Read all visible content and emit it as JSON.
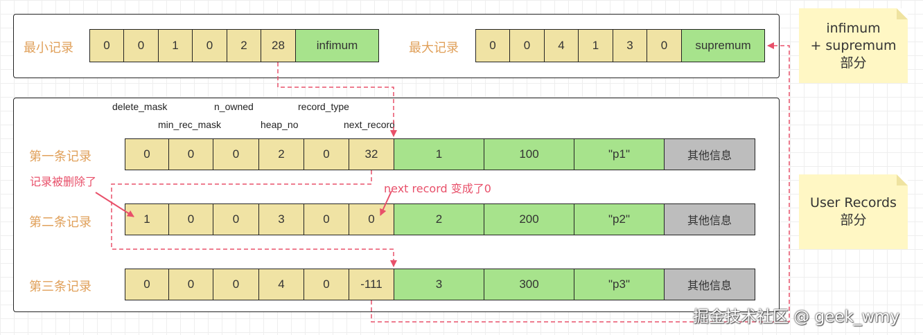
{
  "colors": {
    "label": "#e0a05a",
    "header_cell": "#f0e3a4",
    "data_cell": "#a7e38c",
    "other_cell": "#bdbdbd",
    "note_bg": "#fff7c4",
    "arrow": "#e8506a"
  },
  "top": {
    "min_label": "最小记录",
    "min_cells": [
      "0",
      "0",
      "1",
      "0",
      "2",
      "28"
    ],
    "min_name": "infimum",
    "max_label": "最大记录",
    "max_cells": [
      "0",
      "0",
      "4",
      "1",
      "3",
      "0"
    ],
    "max_name": "supremum"
  },
  "headers": [
    "delete_mask",
    "min_rec_mask",
    "n_owned",
    "heap_no",
    "record_type",
    "next_record"
  ],
  "records": [
    {
      "label": "第一条记录",
      "cells": [
        "0",
        "0",
        "0",
        "2",
        "0",
        "32"
      ],
      "data": [
        "1",
        "100",
        "\"p1\""
      ],
      "other": "其他信息"
    },
    {
      "label": "第二条记录",
      "cells": [
        "1",
        "0",
        "0",
        "3",
        "0",
        "0"
      ],
      "data": [
        "2",
        "200",
        "\"p2\""
      ],
      "other": "其他信息"
    },
    {
      "label": "第三条记录",
      "cells": [
        "0",
        "0",
        "0",
        "4",
        "0",
        "-111"
      ],
      "data": [
        "3",
        "300",
        "\"p3\""
      ],
      "other": "其他信息"
    }
  ],
  "notes": {
    "top": [
      "infimum",
      "+ supremum",
      "部分"
    ],
    "user": [
      "User Records",
      "部分"
    ]
  },
  "annotations": {
    "deleted": "记录被删除了",
    "next_changed": "next record 变成了0"
  },
  "watermark": "掘金技术社区 @ geek_wmy"
}
